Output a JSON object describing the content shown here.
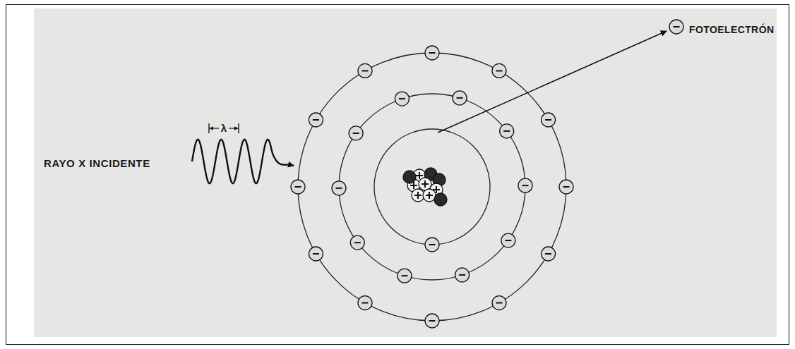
{
  "diagram": {
    "labels": [
      "λ",
      "RAYO X INCIDENTE",
      "FOTOELECTRÓN"
    ]
  }
}
